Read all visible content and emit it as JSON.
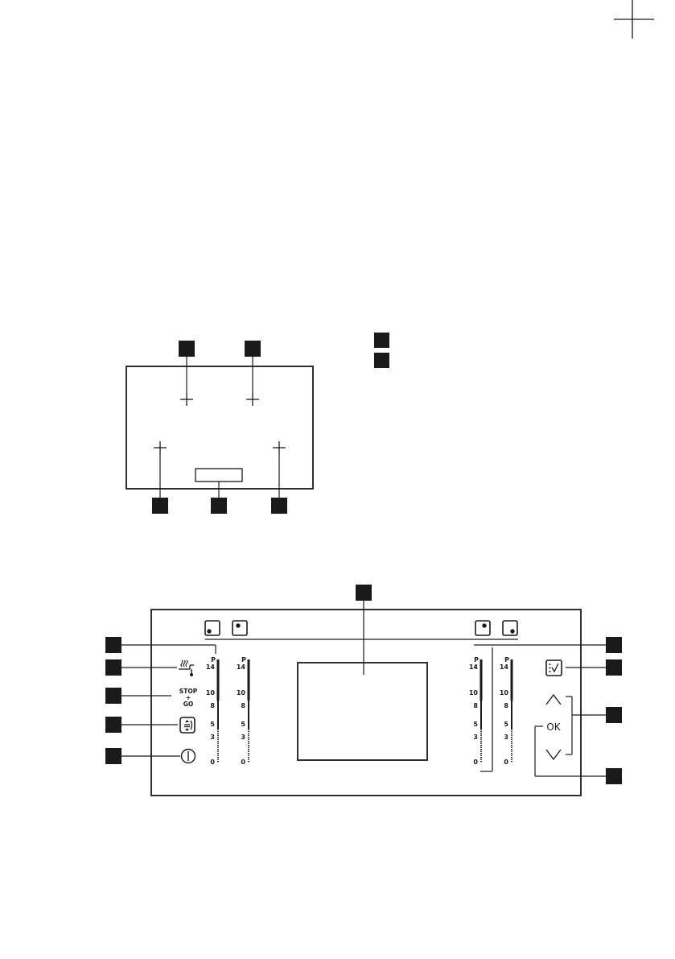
{
  "controls": {
    "stop_go_line1": "STOP",
    "stop_go_line2": "+",
    "stop_go_line3": "GO",
    "ok_label": "OK"
  },
  "slider_scale": {
    "top_label": "P",
    "marks": [
      {
        "label": "14"
      },
      {
        "label": "10"
      },
      {
        "label": "8"
      },
      {
        "label": "5"
      },
      {
        "label": "3"
      },
      {
        "label": "0"
      }
    ]
  },
  "icons": {
    "corner_mark": "corner-mark-icon",
    "cooking_zone_indicator": "cooking-zone-indicator-icon",
    "keep_warm": "keep-warm-icon",
    "hob2hood": "hob2hood-icon",
    "power": "power-icon",
    "menu": "menu-icon",
    "arrow_up": "chevron-up-icon",
    "arrow_down": "chevron-down-icon"
  },
  "colors": {
    "ink": "#1a1a1a",
    "background": "#ffffff"
  }
}
